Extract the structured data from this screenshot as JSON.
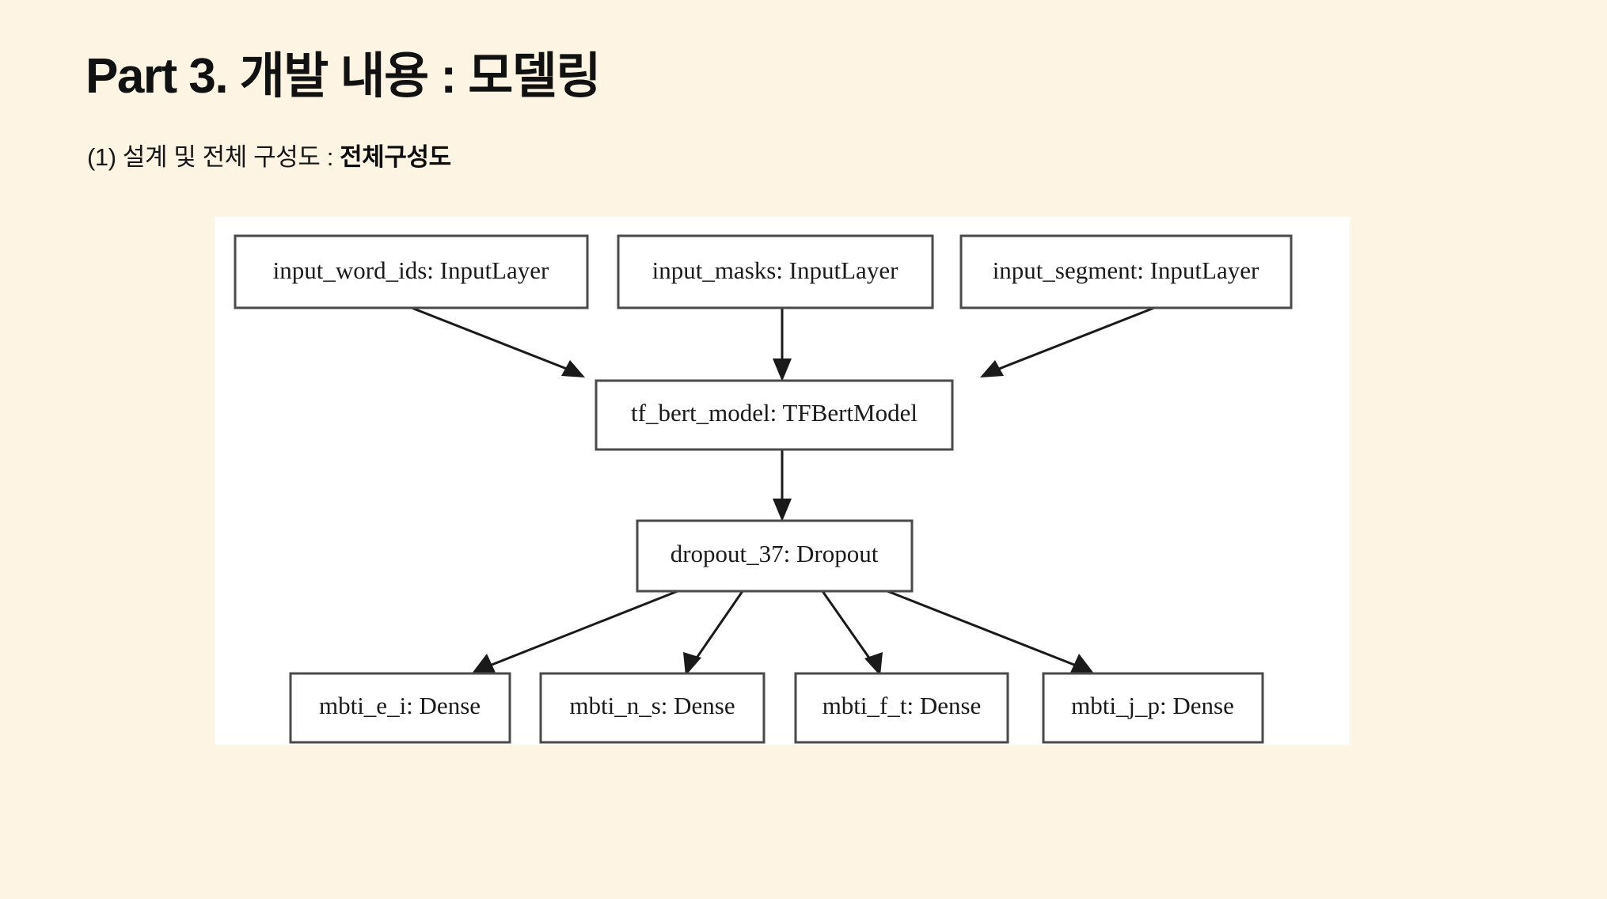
{
  "slide": {
    "background_color": "#FDF4E3",
    "title": "Part 3. 개발 내용 : 모델링",
    "subtitle_normal": "(1) 설계 및 전체 구성도 : ",
    "subtitle_bold": "전체구성도"
  },
  "diagram": {
    "panel_background": "#FFFFFF",
    "node_border_color": "#4A4A4A",
    "edge_color": "#1A1A1A",
    "type": "keras-model-graph",
    "nodes": [
      {
        "id": "input_word_ids",
        "label": "input_word_ids: InputLayer",
        "row": "inputs"
      },
      {
        "id": "input_masks",
        "label": "input_masks: InputLayer",
        "row": "inputs"
      },
      {
        "id": "input_segment",
        "label": "input_segment: InputLayer",
        "row": "inputs"
      },
      {
        "id": "tf_bert_model",
        "label": "tf_bert_model: TFBertModel",
        "row": "backbone"
      },
      {
        "id": "dropout_37",
        "label": "dropout_37: Dropout",
        "row": "regularization"
      },
      {
        "id": "mbti_e_i",
        "label": "mbti_e_i: Dense",
        "row": "outputs"
      },
      {
        "id": "mbti_n_s",
        "label": "mbti_n_s: Dense",
        "row": "outputs"
      },
      {
        "id": "mbti_f_t",
        "label": "mbti_f_t: Dense",
        "row": "outputs"
      },
      {
        "id": "mbti_j_p",
        "label": "mbti_j_p: Dense",
        "row": "outputs"
      }
    ],
    "edges": [
      {
        "from": "input_word_ids",
        "to": "tf_bert_model"
      },
      {
        "from": "input_masks",
        "to": "tf_bert_model"
      },
      {
        "from": "input_segment",
        "to": "tf_bert_model"
      },
      {
        "from": "tf_bert_model",
        "to": "dropout_37"
      },
      {
        "from": "dropout_37",
        "to": "mbti_e_i"
      },
      {
        "from": "dropout_37",
        "to": "mbti_n_s"
      },
      {
        "from": "dropout_37",
        "to": "mbti_f_t"
      },
      {
        "from": "dropout_37",
        "to": "mbti_j_p"
      }
    ]
  }
}
